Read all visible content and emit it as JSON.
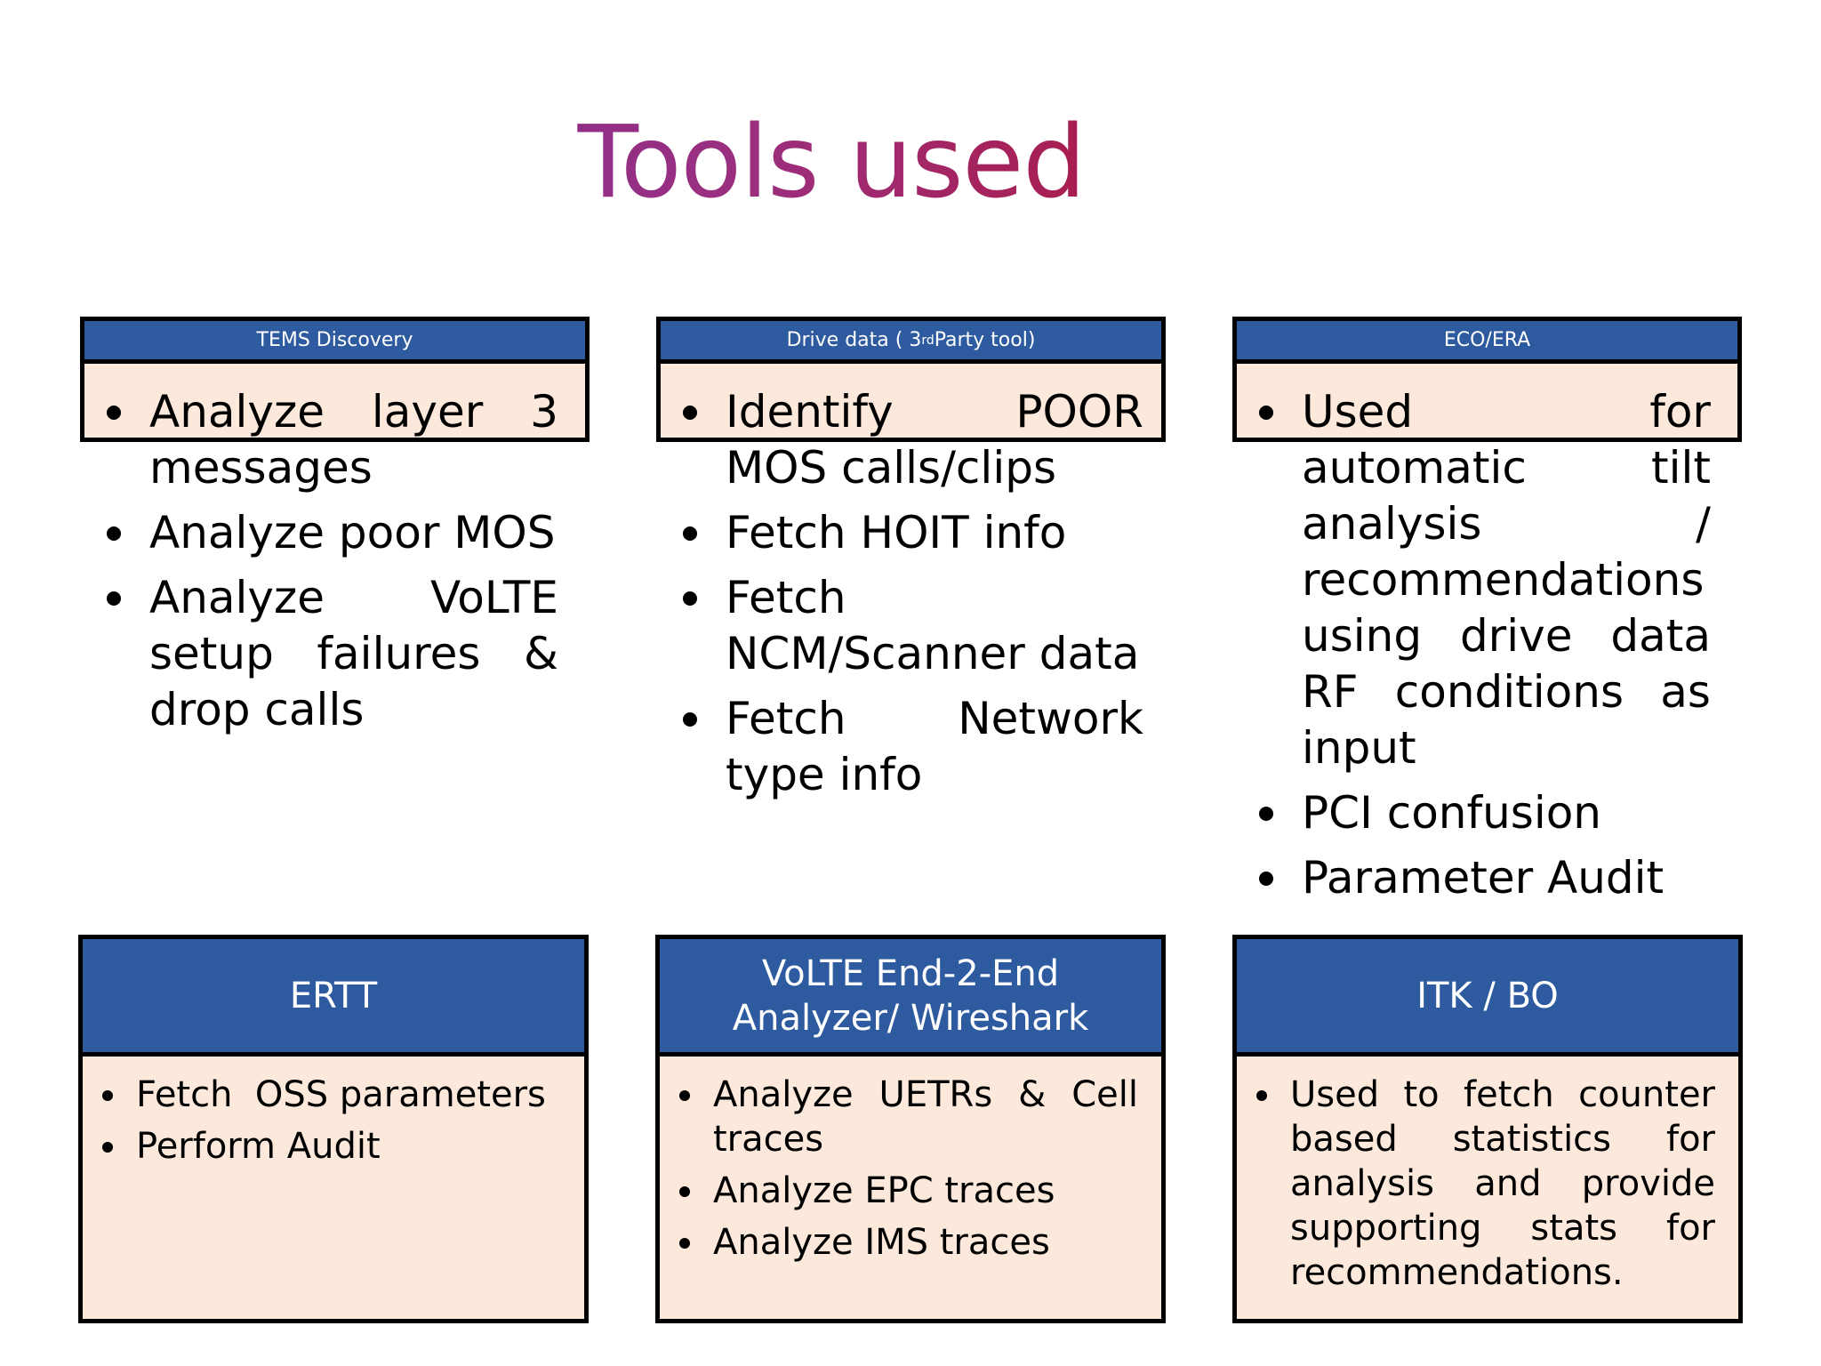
{
  "title": "Tools used",
  "tools_top": [
    {
      "header": "TEMS Discovery",
      "bullets": [
        "Analyze layer 3 messages",
        "Analyze poor MOS",
        "Analyze VoLTE setup failures & drop calls"
      ]
    },
    {
      "header_pre": "Drive data ( 3",
      "header_sup": "rd",
      "header_post": " Party tool)",
      "bullets": [
        "Identify POOR MOS calls/clips",
        "Fetch HOIT info",
        "Fetch NCM/Scanner data",
        "Fetch Network type info"
      ]
    },
    {
      "header": "ECO/ERA",
      "bullets": [
        "Used for automatic tilt analysis / recommendations using drive data RF conditions as input",
        "PCI confusion",
        "Parameter Audit"
      ]
    }
  ],
  "tools_bottom": [
    {
      "header": "ERTT",
      "bullets": [
        "Fetch  OSS parameters",
        "Perform Audit"
      ]
    },
    {
      "header": "VoLTE End-2-End Analyzer/ Wireshark",
      "bullets": [
        "Analyze UETRs & Cell traces",
        "Analyze EPC traces",
        "Analyze IMS traces"
      ]
    },
    {
      "header": "ITK / BO",
      "bullets": [
        "Used to fetch counter based statistics for analysis and provide supporting stats for recommendations."
      ]
    }
  ],
  "colors": {
    "header_blue": "#2e5aa0",
    "box_fill": "#fce9dc",
    "title_gradient_start": "#7030a0",
    "title_gradient_end": "#c00000"
  }
}
